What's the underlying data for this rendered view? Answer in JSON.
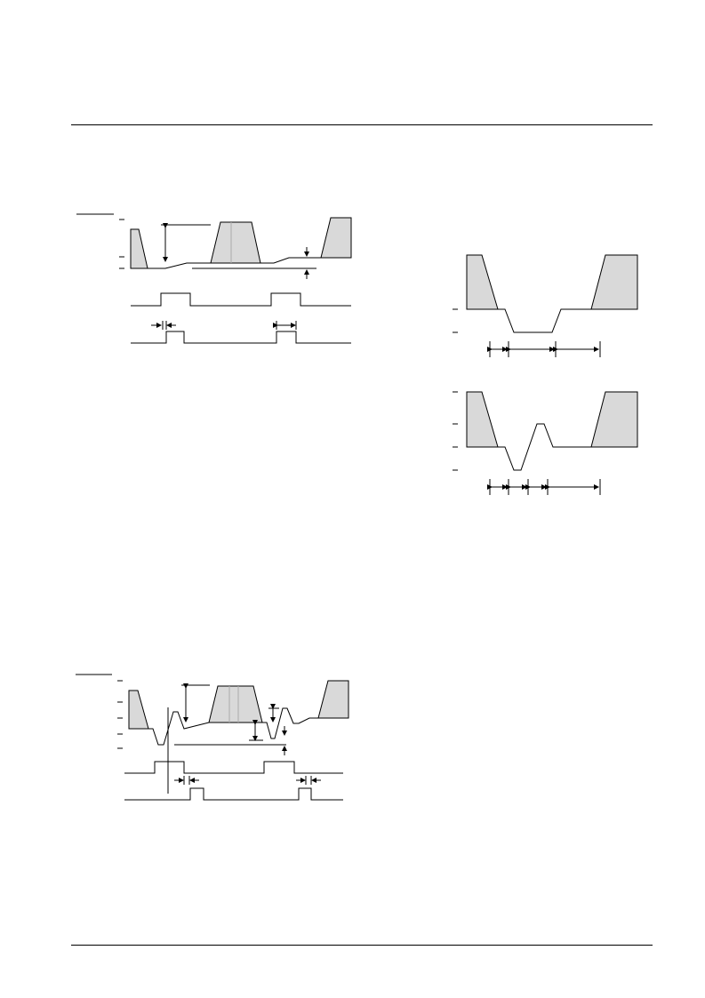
{
  "page": {
    "background": "#ffffff",
    "line_color": "#000000",
    "shade_color": "#d9d9d9"
  },
  "figures": [
    {
      "id": "figure-1",
      "description_kind": "timing diagram, two rectangular pulse trains below a shaded waveform"
    },
    {
      "id": "figure-2",
      "description_kind": "waveform with dip and dimension arrows"
    },
    {
      "id": "figure-3",
      "description_kind": "waveform with dip, bump and dimension arrows"
    },
    {
      "id": "figure-4",
      "description_kind": "timing diagram, waveform with ringing and two pulse trains"
    }
  ]
}
